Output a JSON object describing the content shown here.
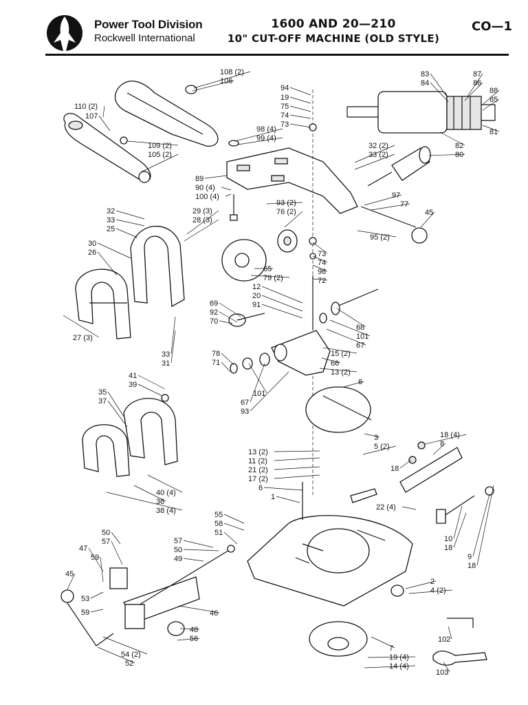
{
  "header": {
    "brand_line1": "Power Tool Division",
    "brand_line2": "Rockwell International",
    "title_line1": "1600 AND 20—210",
    "title_line2": "10\" CUT-OFF MACHINE (OLD STYLE)",
    "page_code": "CO—1"
  },
  "labels": [
    {
      "text": "108 (2)"
    },
    {
      "text": "106"
    },
    {
      "text": "110 (2)"
    },
    {
      "text": "107"
    },
    {
      "text": "109 (2)"
    },
    {
      "text": "105 (2)"
    },
    {
      "text": "94"
    },
    {
      "text": "19"
    },
    {
      "text": "75"
    },
    {
      "text": "74"
    },
    {
      "text": "73"
    },
    {
      "text": "98 (4)"
    },
    {
      "text": "99 (4)"
    },
    {
      "text": "83"
    },
    {
      "text": "84"
    },
    {
      "text": "87"
    },
    {
      "text": "86"
    },
    {
      "text": "88"
    },
    {
      "text": "85"
    },
    {
      "text": "81"
    },
    {
      "text": "82"
    },
    {
      "text": "80"
    },
    {
      "text": "32 (2)"
    },
    {
      "text": "33 (2)"
    },
    {
      "text": "89"
    },
    {
      "text": "90 (4)"
    },
    {
      "text": "100 (4)"
    },
    {
      "text": "93 (2)"
    },
    {
      "text": "76 (2)"
    },
    {
      "text": "97"
    },
    {
      "text": "77"
    },
    {
      "text": "45"
    },
    {
      "text": "95 (2)"
    },
    {
      "text": "32"
    },
    {
      "text": "33"
    },
    {
      "text": "25"
    },
    {
      "text": "29 (3)"
    },
    {
      "text": "28 (3)"
    },
    {
      "text": "30"
    },
    {
      "text": "26"
    },
    {
      "text": "65"
    },
    {
      "text": "79 (2)"
    },
    {
      "text": "73"
    },
    {
      "text": "74"
    },
    {
      "text": "96"
    },
    {
      "text": "72"
    },
    {
      "text": "12"
    },
    {
      "text": "20"
    },
    {
      "text": "91"
    },
    {
      "text": "69"
    },
    {
      "text": "92"
    },
    {
      "text": "70"
    },
    {
      "text": "27 (3)"
    },
    {
      "text": "33"
    },
    {
      "text": "31"
    },
    {
      "text": "68"
    },
    {
      "text": "101"
    },
    {
      "text": "67"
    },
    {
      "text": "15 (2)"
    },
    {
      "text": "66"
    },
    {
      "text": "13 (2)"
    },
    {
      "text": "6"
    },
    {
      "text": "78"
    },
    {
      "text": "71"
    },
    {
      "text": "101"
    },
    {
      "text": "67"
    },
    {
      "text": "93"
    },
    {
      "text": "41"
    },
    {
      "text": "39"
    },
    {
      "text": "35"
    },
    {
      "text": "37"
    },
    {
      "text": "3"
    },
    {
      "text": "5 (2)"
    },
    {
      "text": "18 (4)"
    },
    {
      "text": "8"
    },
    {
      "text": "18"
    },
    {
      "text": "13 (2)"
    },
    {
      "text": "11 (2)"
    },
    {
      "text": "21 (2)"
    },
    {
      "text": "17 (2)"
    },
    {
      "text": "6"
    },
    {
      "text": "1"
    },
    {
      "text": "40 (4)"
    },
    {
      "text": "36"
    },
    {
      "text": "38 (4)"
    },
    {
      "text": "22 (4)"
    },
    {
      "text": "10"
    },
    {
      "text": "18"
    },
    {
      "text": "9"
    },
    {
      "text": "18"
    },
    {
      "text": "55"
    },
    {
      "text": "58"
    },
    {
      "text": "51"
    },
    {
      "text": "57"
    },
    {
      "text": "50"
    },
    {
      "text": "49"
    },
    {
      "text": "50"
    },
    {
      "text": "57"
    },
    {
      "text": "47"
    },
    {
      "text": "59"
    },
    {
      "text": "45"
    },
    {
      "text": "53"
    },
    {
      "text": "59"
    },
    {
      "text": "46"
    },
    {
      "text": "48"
    },
    {
      "text": "56"
    },
    {
      "text": "54 (2)"
    },
    {
      "text": "52"
    },
    {
      "text": "2"
    },
    {
      "text": "4 (2)"
    },
    {
      "text": "102"
    },
    {
      "text": "7"
    },
    {
      "text": "19 (4)"
    },
    {
      "text": "14 (4)"
    },
    {
      "text": "103"
    }
  ]
}
